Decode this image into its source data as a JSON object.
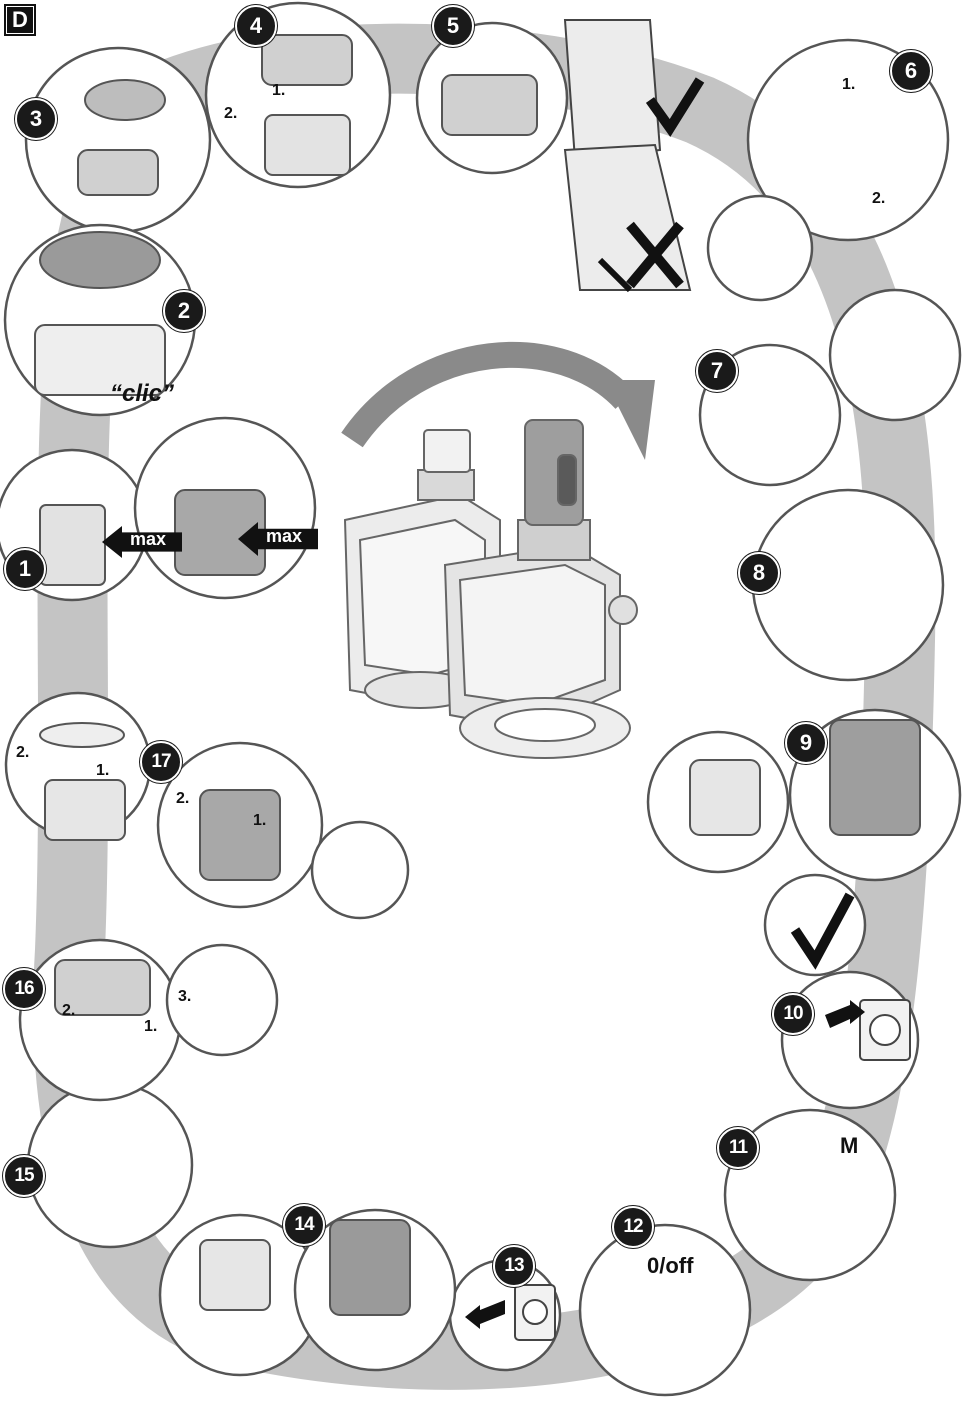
{
  "section_label": "D",
  "steps": [
    "1",
    "2",
    "3",
    "4",
    "5",
    "6",
    "7",
    "8",
    "9",
    "10",
    "11",
    "12",
    "13",
    "14",
    "15",
    "16",
    "17"
  ],
  "labels": {
    "max": "max",
    "clic": "“clic”",
    "one": "1.",
    "two": "2.",
    "three": "3.",
    "motor_setting": "M",
    "off_setting": "0/off"
  }
}
